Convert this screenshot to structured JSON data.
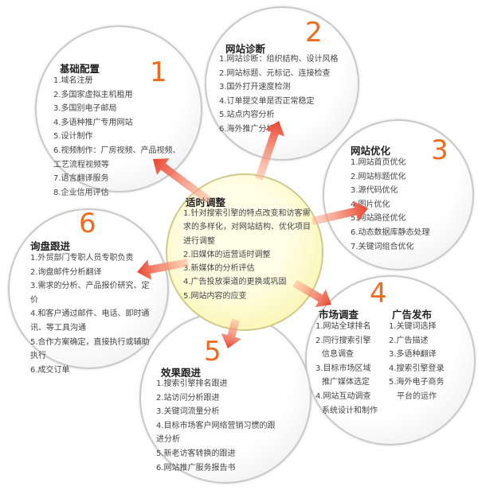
{
  "circle1": {
    "number": "1",
    "title": "基础配置",
    "items": [
      "1.域名注册",
      "2.多国家虚拟主机租用",
      "3.多国别电子邮局",
      "4.多语种推广专用网站",
      "5.设计制作",
      "6.视频制作：厂房视频、产品视频、",
      "工艺流程视频等",
      "7.语言翻译服务",
      "8.企业信用评估"
    ]
  },
  "circle2": {
    "number": "2",
    "title": "网站诊断",
    "items": [
      "1.网站诊断：组织结构、设计风格",
      "2.网站标题、元标记、连接检查",
      "3.国外打开速度检测",
      "4.订单提交单是否正常稳定",
      "5.站点内容分析",
      "6.海外推广分析"
    ]
  },
  "circle3": {
    "number": "3",
    "title": "网站优化",
    "items": [
      "1.网站首页优化",
      "2.网站标题优化",
      "3.源代码优化",
      "4.图片优化",
      "5.网站路径优化",
      "6.动态数据库静态处理",
      "7.关键词组合优化"
    ]
  },
  "circle4": {
    "number": "4",
    "title_left": "市场调查",
    "title_right": "广告发布",
    "items_left": [
      "1.网站全球排名",
      "2.同行搜索引擎",
      "信息调查",
      "3.目标市场区域",
      "推广媒体选定",
      "4.网站互动调查",
      "系统设计和制作"
    ],
    "items_right": [
      "1.关键词选择",
      "2.广告描述",
      "3.多语种翻译",
      "4.搜索引擎登录",
      "5.海外电子商务",
      "平台的运作"
    ]
  },
  "circle5": {
    "number": "5",
    "title": "效果跟进",
    "items": [
      "1.搜索引擎排名跟进",
      "2.站访问分析跟进",
      "3.关键词流量分析",
      "4.目标市场客户网络营销习惯的跟",
      "进分析",
      "5.新老访客转换的跟进",
      "6.网站推广服务报告书"
    ]
  },
  "circle6": {
    "number": "6",
    "title": "询盘跟进",
    "items": [
      "1.外贸部门专职人员专职负责",
      "2.询盘邮件分析翻译",
      "3.需求的分析、产品报价研究、定",
      "价",
      "4.和客户通过邮件、电话、即时通",
      "讯、等工具沟通",
      "5.合作方案确定，直接执行或辅助",
      "执行",
      "6.成交订单"
    ]
  },
  "center": {
    "title": "适时调整",
    "items": [
      "1.针对搜索引擎的特点改变和访客需",
      "求的多样化，对网站结构、优化项目",
      "进行调整",
      "2.旧媒体的运营适时调整",
      "3.新媒体的分析评估",
      "4.广告投放渠道的更换或巩固",
      "5.网站内容的应变"
    ]
  },
  "colors": {
    "number": "#f06a1e",
    "arrow": "#e8442e",
    "center_fill": "#fbf6b8"
  }
}
